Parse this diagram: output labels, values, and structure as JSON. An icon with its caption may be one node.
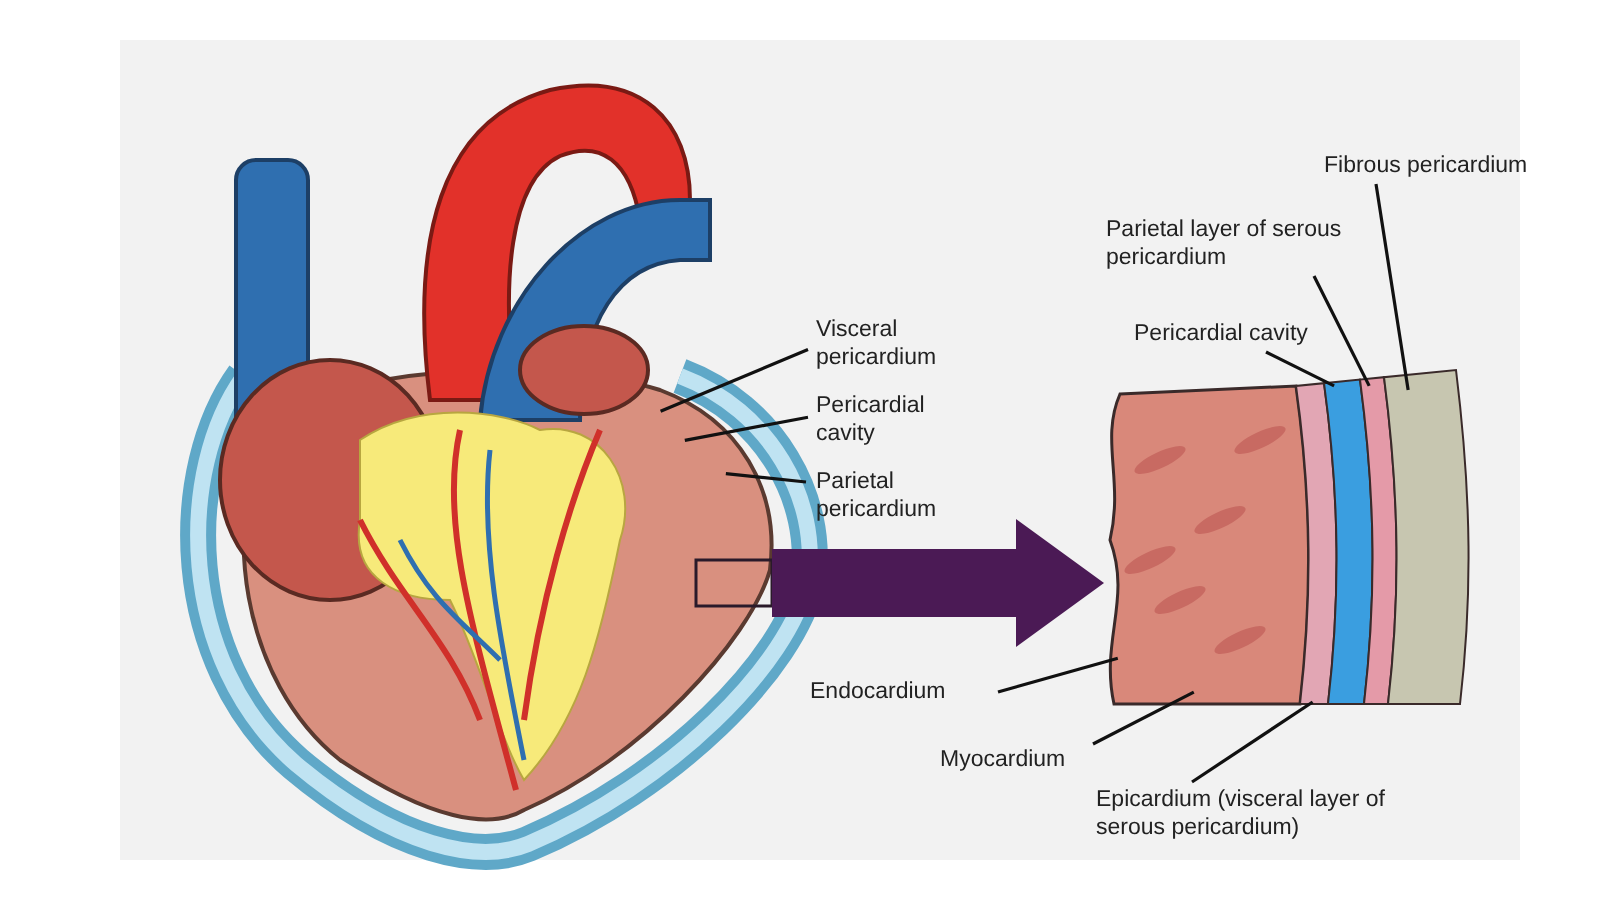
{
  "diagram": {
    "nodes": [
      {
        "text": [],
        "shape": "picture"
      },
      {
        "text": [],
        "shape": "box",
        "in": 0
      },
      {
        "text": [],
        "shape": "picture"
      },
      {
        "text": [
          "Visceral pericardium"
        ]
      },
      {
        "text": [
          "Pericardial cavity"
        ]
      },
      {
        "text": [
          "Parietal pericardium"
        ]
      },
      {
        "text": [
          "Fibrous pericardium"
        ]
      },
      {
        "text": [
          "Parietal layer of serous pericardium"
        ]
      },
      {
        "text": [
          "Pericardial cavity"
        ]
      },
      {
        "text": [
          "Endocardium"
        ]
      },
      {
        "text": [
          "Myocardium"
        ]
      },
      {
        "text": [
          "Epicardium (visceral layer of serous pericardium)"
        ]
      }
    ],
    "edges": [
      {
        "from": 1,
        "to": 2,
        "arrow": "to",
        "style": "thick",
        "color": "#4b1a55"
      },
      {
        "from": 3,
        "to": 0,
        "arrow": "none"
      },
      {
        "from": 4,
        "to": 0,
        "arrow": "none"
      },
      {
        "from": 5,
        "to": 0,
        "arrow": "none"
      },
      {
        "from": 6,
        "to": 2,
        "arrow": "none"
      },
      {
        "from": 7,
        "to": 2,
        "arrow": "none"
      },
      {
        "from": 8,
        "to": 2,
        "arrow": "none"
      },
      {
        "from": 9,
        "to": 2,
        "arrow": "none"
      },
      {
        "from": 10,
        "to": 2,
        "arrow": "none"
      },
      {
        "from": 11,
        "to": 2,
        "arrow": "none"
      }
    ]
  }
}
